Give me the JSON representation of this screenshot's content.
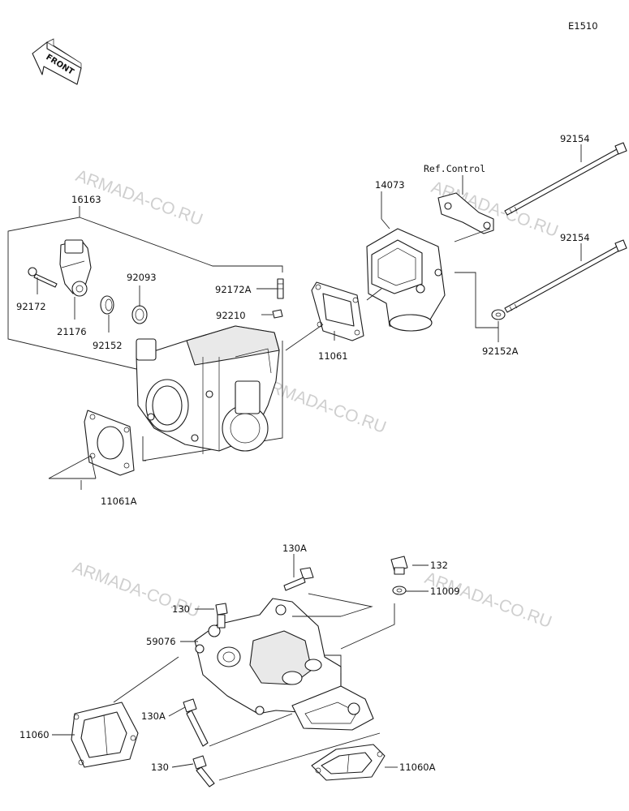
{
  "diagram": {
    "code": "E1510",
    "front_label": "FRONT",
    "watermark": "ARMADA-CO.RU",
    "ref_label": "Ref.Control",
    "parts": {
      "p16163": "16163",
      "p92172": "92172",
      "p21176": "21176",
      "p92152": "92152",
      "p92093": "92093",
      "p92172A": "92172A",
      "p92210": "92210",
      "p11061": "11061",
      "p11061A": "11061A",
      "p14073": "14073",
      "p92154a": "92154",
      "p92154b": "92154",
      "p92152A": "92152A",
      "p130A_top": "130A",
      "p132": "132",
      "p11009": "11009",
      "p130_top": "130",
      "p59076": "59076",
      "p11060": "11060",
      "p130A_bot": "130A",
      "p130_bot": "130",
      "p11060A": "11060A"
    }
  }
}
